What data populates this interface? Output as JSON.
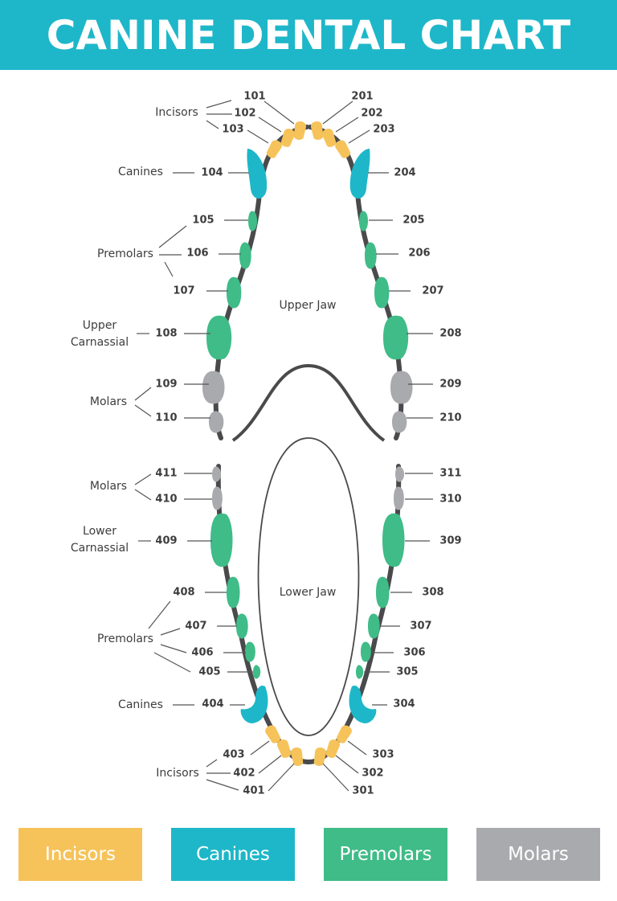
{
  "title": "CANINE DENTAL CHART",
  "colors": {
    "header": "#1EB7C9",
    "incisor": "#F6C35A",
    "canine": "#1EB7C9",
    "premolar": "#3FBC87",
    "molar": "#A9AAAD",
    "gum": "#4A4A4C",
    "line": "#555555",
    "text": "#3d3d3f"
  },
  "jaw_labels": {
    "upper": "Upper Jaw",
    "lower": "Lower Jaw"
  },
  "groups": {
    "upper_incisors": "Incisors",
    "upper_canines": "Canines",
    "upper_premolars": "Premolars",
    "upper_carnassial": [
      "Upper",
      "Carnassial"
    ],
    "upper_molars": "Molars",
    "lower_molars": "Molars",
    "lower_carnassial": [
      "Lower",
      "Carnassial"
    ],
    "lower_premolars": "Premolars",
    "lower_canines": "Canines",
    "lower_incisors": "Incisors"
  },
  "teeth": {
    "upper_left": [
      {
        "id": "101",
        "type": "incisor"
      },
      {
        "id": "102",
        "type": "incisor"
      },
      {
        "id": "103",
        "type": "incisor"
      },
      {
        "id": "104",
        "type": "canine"
      },
      {
        "id": "105",
        "type": "premolar"
      },
      {
        "id": "106",
        "type": "premolar"
      },
      {
        "id": "107",
        "type": "premolar"
      },
      {
        "id": "108",
        "type": "premolar"
      },
      {
        "id": "109",
        "type": "molar"
      },
      {
        "id": "110",
        "type": "molar"
      }
    ],
    "upper_right": [
      {
        "id": "201",
        "type": "incisor"
      },
      {
        "id": "202",
        "type": "incisor"
      },
      {
        "id": "203",
        "type": "incisor"
      },
      {
        "id": "204",
        "type": "canine"
      },
      {
        "id": "205",
        "type": "premolar"
      },
      {
        "id": "206",
        "type": "premolar"
      },
      {
        "id": "207",
        "type": "premolar"
      },
      {
        "id": "208",
        "type": "premolar"
      },
      {
        "id": "209",
        "type": "molar"
      },
      {
        "id": "210",
        "type": "molar"
      }
    ],
    "lower_left": [
      {
        "id": "411",
        "type": "molar"
      },
      {
        "id": "410",
        "type": "molar"
      },
      {
        "id": "409",
        "type": "premolar"
      },
      {
        "id": "408",
        "type": "premolar"
      },
      {
        "id": "407",
        "type": "premolar"
      },
      {
        "id": "406",
        "type": "premolar"
      },
      {
        "id": "405",
        "type": "premolar"
      },
      {
        "id": "404",
        "type": "canine"
      },
      {
        "id": "403",
        "type": "incisor"
      },
      {
        "id": "402",
        "type": "incisor"
      },
      {
        "id": "401",
        "type": "incisor"
      }
    ],
    "lower_right": [
      {
        "id": "311",
        "type": "molar"
      },
      {
        "id": "310",
        "type": "molar"
      },
      {
        "id": "309",
        "type": "premolar"
      },
      {
        "id": "308",
        "type": "premolar"
      },
      {
        "id": "307",
        "type": "premolar"
      },
      {
        "id": "306",
        "type": "premolar"
      },
      {
        "id": "305",
        "type": "premolar"
      },
      {
        "id": "304",
        "type": "canine"
      },
      {
        "id": "303",
        "type": "incisor"
      },
      {
        "id": "302",
        "type": "incisor"
      },
      {
        "id": "301",
        "type": "incisor"
      }
    ]
  },
  "legend": [
    "Incisors",
    "Canines",
    "Premolars",
    "Molars"
  ]
}
